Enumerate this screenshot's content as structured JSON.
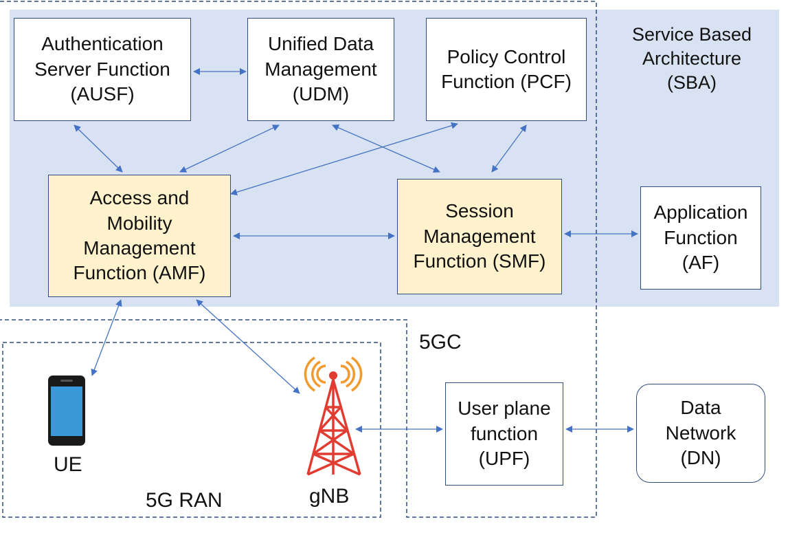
{
  "sba_label": [
    "Service Based",
    "Architecture",
    "(SBA)"
  ],
  "core_label": "5GC",
  "ran_label": "5G RAN",
  "boxes": {
    "ausf": [
      "Authentication",
      "Server Function",
      "(AUSF)"
    ],
    "udm": [
      "Unified Data",
      "Management",
      "(UDM)"
    ],
    "pcf": [
      "Policy Control",
      "Function (PCF)"
    ],
    "amf": [
      "Access and",
      "Mobility",
      "Management",
      "Function (AMF)"
    ],
    "smf": [
      "Session",
      "Management",
      "Function (SMF)"
    ],
    "af": [
      "Application",
      "Function",
      "(AF)"
    ],
    "upf": [
      "User plane",
      "function",
      "(UPF)"
    ],
    "dn": [
      "Data",
      "Network",
      "(DN)"
    ]
  },
  "ue_label": "UE",
  "gnb_label": "gNB",
  "colors": {
    "sba_background": "#d9e2f2",
    "highlight_box": "#fff2cc",
    "box_border": "#2f4b7c",
    "arrow": "#4472c4",
    "dashed_border": "#2f4b7c",
    "tower": "#e03c31",
    "tower_waves": "#f29a2e",
    "phone_screen": "#3a9ad9"
  }
}
